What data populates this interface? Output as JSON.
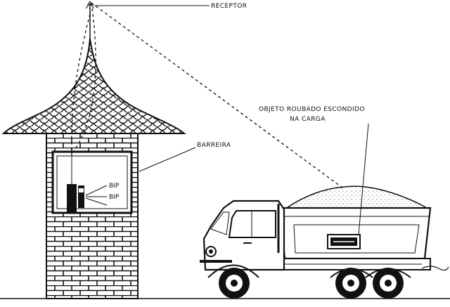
{
  "labels": {
    "receptor": "RECEPTOR",
    "barreira": "BARREIRA",
    "objeto_line1": "OBJETO ROUBADO ESCONDIDO",
    "objeto_line2": "NA CARGA",
    "bip1": "BIP",
    "bip2": "BIP"
  }
}
